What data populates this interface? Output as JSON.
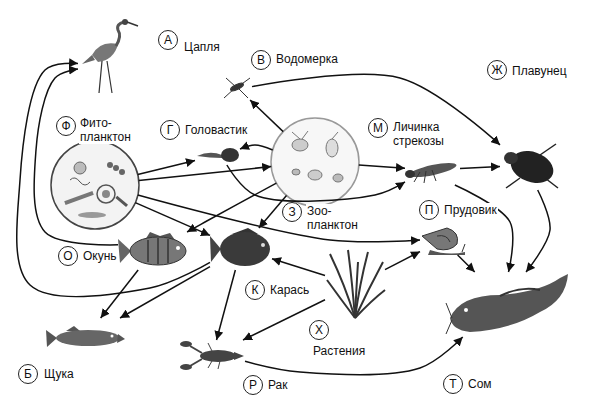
{
  "diagram": {
    "nodes": [
      {
        "text": [
          "А",
          "Цапля"
        ]
      },
      {
        "text": [
          "В",
          "Водомерка"
        ]
      },
      {
        "text": [
          "Ж",
          "Плавунец"
        ]
      },
      {
        "text": [
          "Ф",
          "Фито- планктон"
        ]
      },
      {
        "text": [
          "Г",
          "Головастик"
        ]
      },
      {
        "text": [
          "З",
          "Зоо- планктон"
        ]
      },
      {
        "text": [
          "М",
          "Личинка стрекозы"
        ]
      },
      {
        "text": [
          "О",
          "Окунь"
        ]
      },
      {
        "text": [
          "К",
          "Карась"
        ]
      },
      {
        "text": [
          "П",
          "Прудовик"
        ]
      },
      {
        "text": [
          "Х",
          "Растения"
        ]
      },
      {
        "text": [
          "Б",
          "Щука"
        ]
      },
      {
        "text": [
          "Р",
          "Рак"
        ]
      },
      {
        "text": [
          "Т",
          "Сом"
        ]
      }
    ],
    "edges": [
      {
        "from": 8,
        "to": 0,
        "arrow": "to"
      },
      {
        "from": 7,
        "to": 0,
        "arrow": "to"
      },
      {
        "from": 5,
        "to": 1,
        "arrow": "to"
      },
      {
        "from": 1,
        "to": 2,
        "arrow": "to"
      },
      {
        "from": 6,
        "to": 2,
        "arrow": "to"
      },
      {
        "from": 3,
        "to": 4,
        "arrow": "to"
      },
      {
        "from": 3,
        "to": 5,
        "arrow": "to"
      },
      {
        "from": 3,
        "to": 8,
        "arrow": "to"
      },
      {
        "from": 3,
        "to": 9,
        "arrow": "to"
      },
      {
        "from": 5,
        "to": 4,
        "arrow": "to"
      },
      {
        "from": 4,
        "to": 6,
        "arrow": "to"
      },
      {
        "from": 5,
        "to": 6,
        "arrow": "to"
      },
      {
        "from": 5,
        "to": 7,
        "arrow": "to"
      },
      {
        "from": 5,
        "to": 8,
        "arrow": "to"
      },
      {
        "from": 6,
        "to": 13,
        "arrow": "to"
      },
      {
        "from": 2,
        "to": 13,
        "arrow": "to"
      },
      {
        "from": 9,
        "to": 13,
        "arrow": "to"
      },
      {
        "from": 10,
        "to": 8,
        "arrow": "to"
      },
      {
        "from": 10,
        "to": 9,
        "arrow": "to"
      },
      {
        "from": 10,
        "to": 12,
        "arrow": "to"
      },
      {
        "from": 12,
        "to": 13,
        "arrow": "to"
      },
      {
        "from": 8,
        "to": 11,
        "arrow": "to"
      },
      {
        "from": 7,
        "to": 11,
        "arrow": "to"
      },
      {
        "from": 8,
        "to": 12,
        "arrow": "to"
      }
    ]
  }
}
